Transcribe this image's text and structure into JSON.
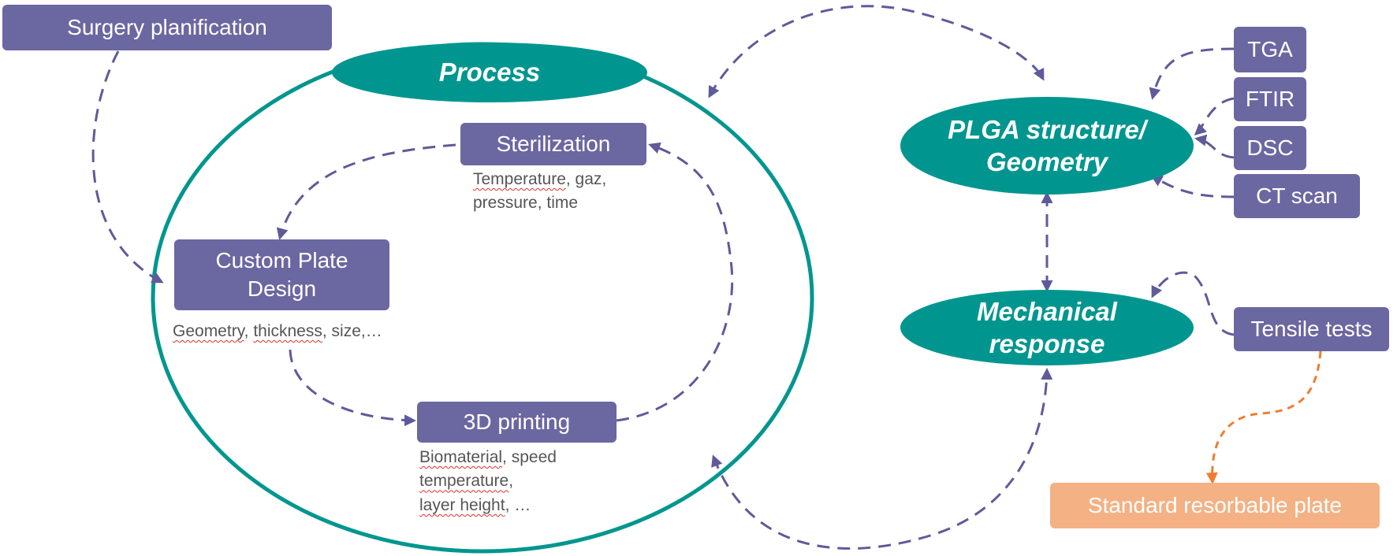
{
  "colors": {
    "box": "#6b67a1",
    "teal": "#00968f",
    "arrow": "#5f5a9a",
    "orange_box": "#f4b183",
    "orange_arrow": "#ee7d31"
  },
  "nodes": {
    "surgery": "Surgery planification",
    "process": "Process",
    "sterilization": "Sterilization",
    "custom_plate": [
      "Custom Plate",
      "Design"
    ],
    "printing": "3D printing",
    "plga": [
      "PLGA structure/",
      "Geometry"
    ],
    "mechanical": [
      "Mechanical",
      "response"
    ],
    "tga": "TGA",
    "ftir": "FTIR",
    "dsc": "DSC",
    "ct": "CT scan",
    "tensile": "Tensile tests",
    "standard": "Standard resorbable plate"
  },
  "notes": {
    "sterilization": [
      [
        "Temperature",
        ", gaz,"
      ],
      [
        "pressure, time"
      ]
    ],
    "custom_plate": [
      [
        "Geometry",
        ", "
      ],
      [
        "thickness",
        ", size,…"
      ]
    ],
    "printing": [
      [
        "Biomaterial",
        ", speed"
      ],
      [
        "temperature",
        ","
      ],
      [
        "layer height",
        ", …"
      ]
    ]
  }
}
